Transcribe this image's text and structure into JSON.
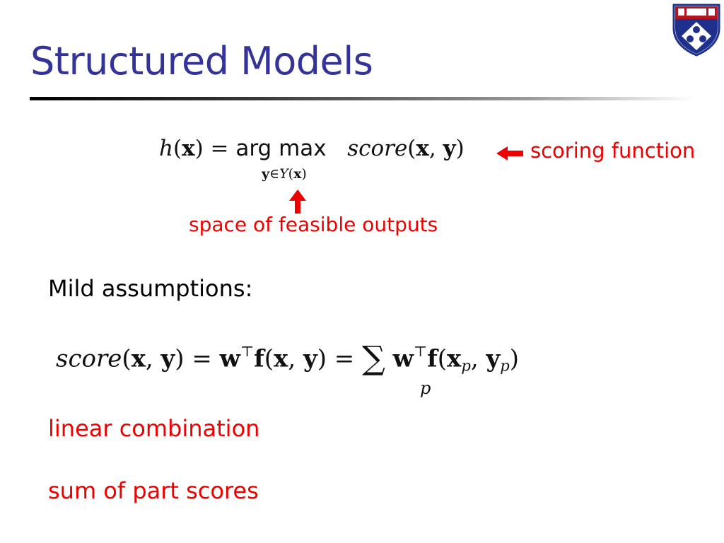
{
  "slide": {
    "title": "Structured Models",
    "equation_hypothesis": {
      "lhs": "h",
      "arg": "x",
      "operator": "arg max",
      "subscript_var": "y",
      "subscript_set": "Y",
      "subscript_arg": "x",
      "score_fn": "score",
      "score_arg_x": "x",
      "score_arg_y": "y"
    },
    "annotations": {
      "scoring_function": "scoring function",
      "feasible_outputs": "space of feasible outputs"
    },
    "assumptions_heading": "Mild assumptions:",
    "equation_score": {
      "score_fn": "score",
      "weight": "w",
      "feature": "f",
      "sum_index": "p",
      "transpose": "⊤"
    },
    "notes": {
      "linear": "linear combination",
      "sum": "sum of part scores"
    },
    "colors": {
      "title": "#333399",
      "annotation": "#ee0000",
      "logo_blue": "#1f2f8c",
      "logo_red": "#b3161e"
    },
    "icons": {
      "logo": "university-shield-logo",
      "left_arrow": "arrow-left-icon",
      "up_arrow": "arrow-up-icon"
    }
  }
}
